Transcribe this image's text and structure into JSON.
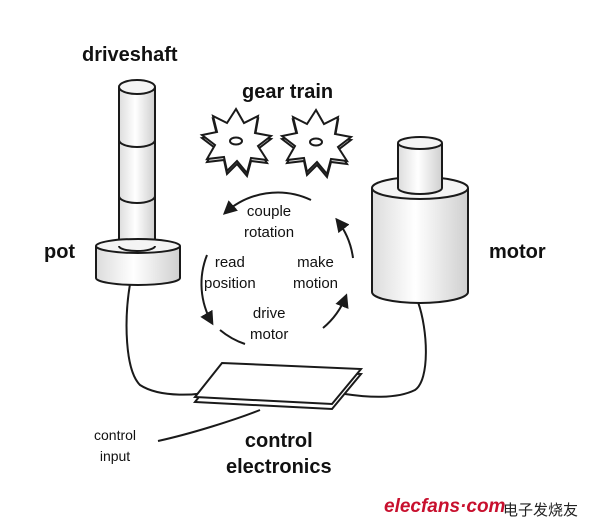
{
  "labels": {
    "driveshaft": "driveshaft",
    "gear_train": "gear train",
    "pot": "pot",
    "motor": "motor",
    "control_input": "control\ninput",
    "control_electronics": "control\nelectronics"
  },
  "cycle": {
    "couple_rotation": "couple\nrotation",
    "read_position": "read\nposition",
    "make_motion": "make\nmotion",
    "drive_motor": "drive\nmotor"
  },
  "watermark": {
    "site": "elecfans·com",
    "cn": "电子发烧友"
  },
  "colors": {
    "line": "#1a1a1a",
    "fill": "#f4f4f4",
    "watermark_red": "#c8102e",
    "watermark_black": "#222222"
  }
}
